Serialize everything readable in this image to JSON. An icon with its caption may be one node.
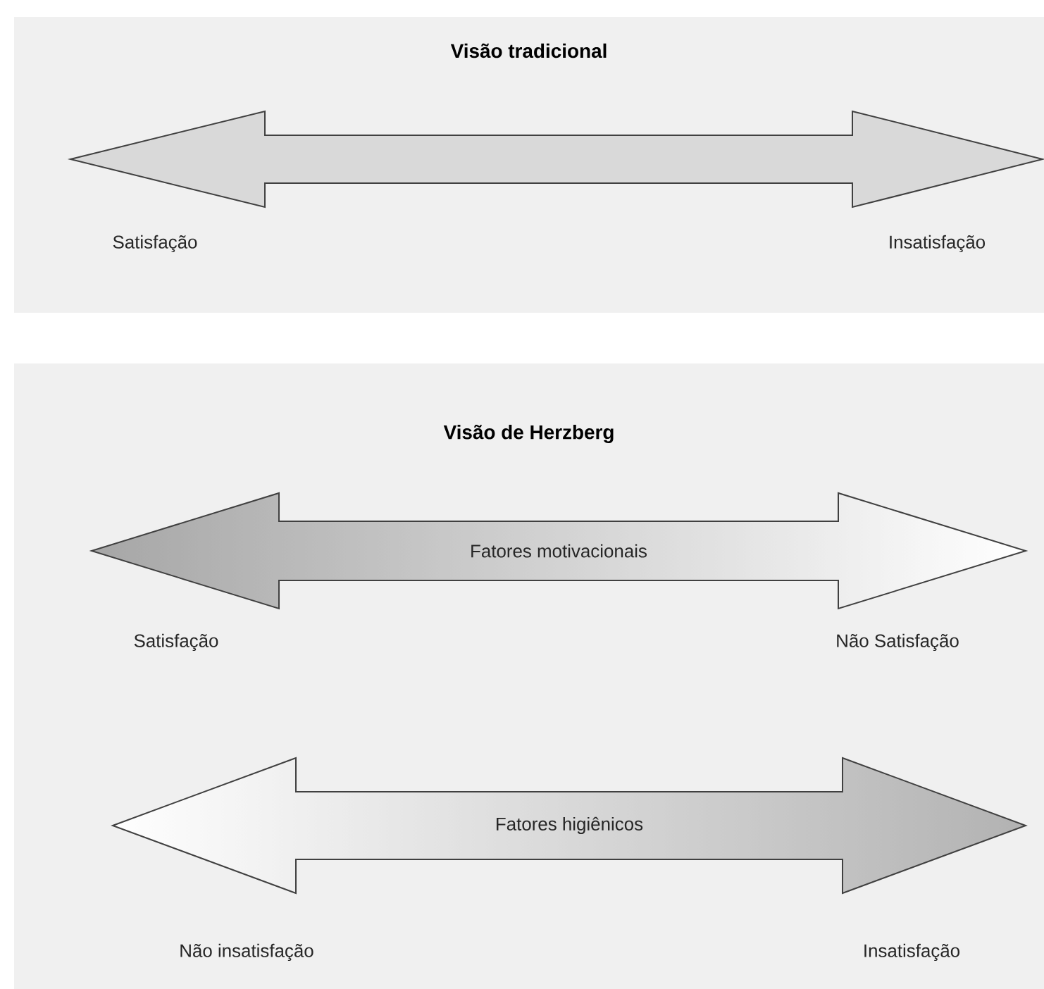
{
  "diagram": {
    "nodes": [
      {
        "text": [
          "Visão tradicional"
        ]
      },
      {
        "text": [],
        "shape": "arrow",
        "in": 0,
        "beside": [
          "Satisfação",
          "Insatisfação"
        ]
      },
      {
        "text": [
          "Visão de Herzberg"
        ]
      },
      {
        "text": [
          "Fatores motivacionais"
        ],
        "in": 2,
        "beside": [
          "Satisfação",
          "Não Satisfação"
        ]
      },
      {
        "text": [
          "Fatores higiênicos"
        ],
        "in": 2,
        "beside": [
          "Não insatisfação",
          "Insatisfação"
        ]
      }
    ]
  }
}
